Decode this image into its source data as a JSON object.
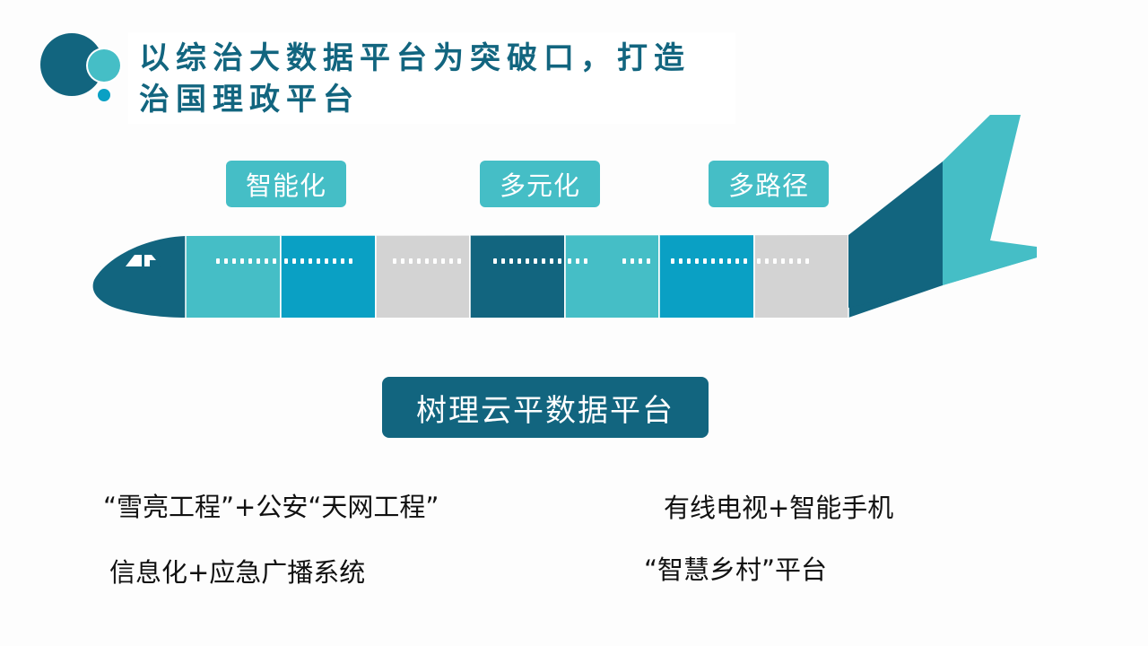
{
  "title": {
    "line1": "以综治大数据平台为突破口，打造",
    "line2": "治国理政平台"
  },
  "tags": [
    "智能化",
    "多元化",
    "多路径"
  ],
  "platform": "树理云平数据平台",
  "items": [
    "“雪亮工程”+公安“天网工程”",
    "有线电视+智能手机",
    "信息化+应急广播系统",
    "“智慧乡村”平台"
  ],
  "colors": {
    "dark_teal": "#12657f",
    "light_teal": "#45bec6",
    "mid_blue": "#0aa0c4",
    "gray": "#d3d3d3",
    "window_dots": "#ffffff"
  }
}
